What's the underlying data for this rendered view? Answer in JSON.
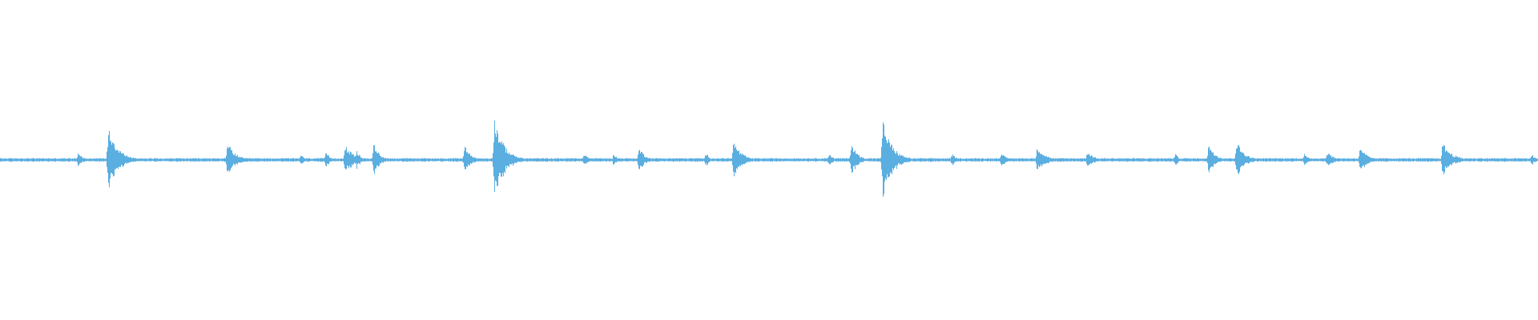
{
  "waveform": {
    "color": "#5aaee0",
    "background": "#ffffff",
    "time_range": [
      0,
      1
    ],
    "amplitude_range": [
      -1,
      1
    ],
    "baseline_amplitude": 0.012,
    "bursts": [
      {
        "t": 0.051,
        "amp": 0.055
      },
      {
        "t": 0.0705,
        "amp": 0.22,
        "decay": 0.006
      },
      {
        "t": 0.148,
        "amp": 0.11,
        "decay": 0.005
      },
      {
        "t": 0.1955,
        "amp": 0.035
      },
      {
        "t": 0.212,
        "amp": 0.05
      },
      {
        "t": 0.2245,
        "amp": 0.1,
        "decay": 0.005
      },
      {
        "t": 0.232,
        "amp": 0.06
      },
      {
        "t": 0.243,
        "amp": 0.1,
        "decay": 0.004
      },
      {
        "t": 0.302,
        "amp": 0.095,
        "decay": 0.004
      },
      {
        "t": 0.3215,
        "amp": 0.27,
        "decay": 0.006
      },
      {
        "t": 0.38,
        "amp": 0.045
      },
      {
        "t": 0.399,
        "amp": 0.04
      },
      {
        "t": 0.4155,
        "amp": 0.08,
        "decay": 0.004
      },
      {
        "t": 0.459,
        "amp": 0.045
      },
      {
        "t": 0.477,
        "amp": 0.12,
        "decay": 0.005
      },
      {
        "t": 0.539,
        "amp": 0.045
      },
      {
        "t": 0.5535,
        "amp": 0.11,
        "decay": 0.004
      },
      {
        "t": 0.574,
        "amp": 0.25,
        "decay": 0.006
      },
      {
        "t": 0.619,
        "amp": 0.04
      },
      {
        "t": 0.651,
        "amp": 0.055
      },
      {
        "t": 0.6745,
        "amp": 0.09,
        "decay": 0.005
      },
      {
        "t": 0.707,
        "amp": 0.06,
        "decay": 0.004
      },
      {
        "t": 0.764,
        "amp": 0.04
      },
      {
        "t": 0.786,
        "amp": 0.11,
        "decay": 0.004
      },
      {
        "t": 0.804,
        "amp": 0.12,
        "decay": 0.005
      },
      {
        "t": 0.848,
        "amp": 0.04
      },
      {
        "t": 0.863,
        "amp": 0.055,
        "decay": 0.004
      },
      {
        "t": 0.8845,
        "amp": 0.09,
        "decay": 0.004
      },
      {
        "t": 0.938,
        "amp": 0.11,
        "decay": 0.006
      },
      {
        "t": 0.996,
        "amp": 0.035
      }
    ]
  }
}
